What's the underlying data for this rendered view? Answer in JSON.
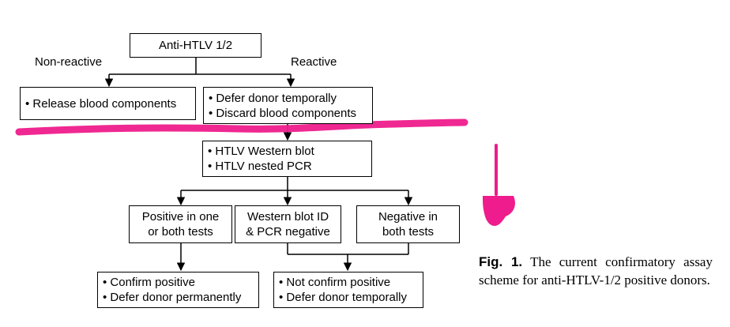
{
  "nodes": {
    "root": "Anti-HTLV 1/2",
    "non_reactive_label": "Non-reactive",
    "reactive_label": "Reactive",
    "release": [
      "• Release blood components"
    ],
    "defer_temp": [
      "• Defer donor temporally",
      "• Discard blood components"
    ],
    "confirm_tests": [
      "• HTLV Western blot",
      "• HTLV nested PCR"
    ],
    "positive": [
      "Positive in one",
      "or both tests"
    ],
    "western_id": [
      "Western blot ID",
      "& PCR negative"
    ],
    "negative": [
      "Negative in",
      "both tests"
    ],
    "confirm_positive": [
      "• Confirm positive",
      "• Defer donor permanently"
    ],
    "not_confirm": [
      "• Not confirm positive",
      "• Defer donor temporally"
    ]
  },
  "caption": {
    "fig_label": "Fig. 1.",
    "text": "The current confirmatory assay scheme for anti-HTLV-1/2 positive donors."
  },
  "colors": {
    "line": "#000000",
    "annotation": "#ee1c8c"
  }
}
